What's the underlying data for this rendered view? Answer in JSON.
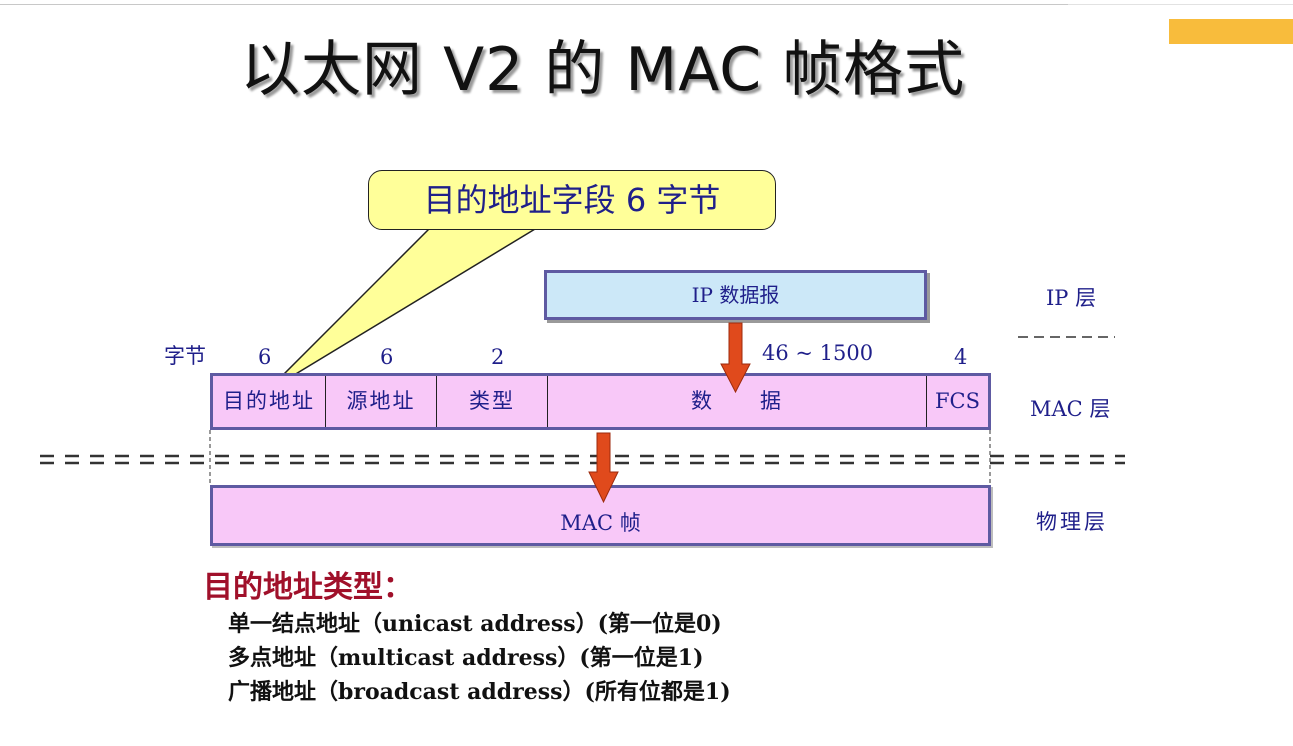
{
  "title": "以太网 V2 的 MAC 帧格式",
  "callout": "目的地址字段 6 字节",
  "diagram": {
    "ip_datagram": "IP 数据报",
    "bytes_label": "字节",
    "fields": [
      {
        "label": "目的地址",
        "bytes": "6"
      },
      {
        "label": "源地址",
        "bytes": "6"
      },
      {
        "label": "类型",
        "bytes": "2"
      },
      {
        "label": "数　　据",
        "bytes": "46 ~ 1500"
      },
      {
        "label": "FCS",
        "bytes": "4"
      }
    ],
    "mac_frame": "MAC 帧",
    "layers": {
      "ip": "IP 层",
      "mac": "MAC 层",
      "physical": "物理层"
    }
  },
  "address_types": {
    "heading": "目的地址类型：",
    "items": [
      "单一结点地址（unicast address）(第一位是0)",
      "多点地址（multicast address）(第一位是1)",
      "广播地址（broadcast address）(所有位都是1)"
    ]
  },
  "colors": {
    "accent_bar": "#f8bc3c",
    "callout_fill": "#ffff99",
    "ip_fill": "#cce8f8",
    "mac_fill": "#f8c8f8",
    "box_border": "#5e5aa2",
    "arrow": "#e04a1c",
    "heading": "#a0102a",
    "label_text": "#1f1f8a"
  }
}
